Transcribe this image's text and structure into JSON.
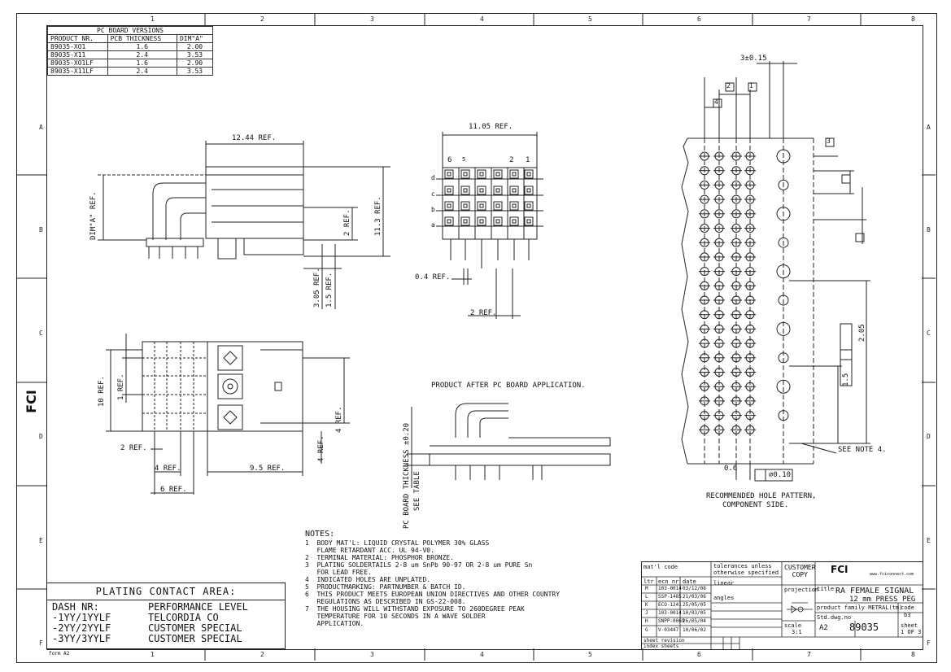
{
  "zones": {
    "top": [
      "1",
      "2",
      "3",
      "4",
      "5",
      "6",
      "7",
      "8"
    ],
    "side": [
      "A",
      "B",
      "C",
      "D",
      "E",
      "F"
    ]
  },
  "pcb_versions": {
    "title": "PC BOARD VERSIONS",
    "headers": [
      "PRODUCT NR.",
      "PCB THICKNESS",
      "DIM\"A\""
    ],
    "rows": [
      [
        "89035-XO1",
        "1.6",
        "2.00"
      ],
      [
        "89035-X11",
        "2.4",
        "3.53"
      ],
      [
        "89035-XO1LF",
        "1.6",
        "2.90"
      ],
      [
        "89035-X11LF",
        "2.4",
        "3.53"
      ]
    ]
  },
  "side_view": {
    "width_ref": "12.44 REF.",
    "dim_a_ref": "DIM\"A\" REF.",
    "two_ref": "2 REF.",
    "height_ref": "11.3 REF.",
    "h305": "3.05 REF.",
    "h15": "1.5 REF."
  },
  "front_view": {
    "width_ref": "11.05 REF.",
    "col_labels": [
      "6",
      "5",
      "2",
      "1"
    ],
    "row_labels": [
      "d",
      "c",
      "b",
      "a"
    ],
    "pitch_04": "0.4 REF.",
    "pitch_2": "2 REF."
  },
  "bottom_view": {
    "h10": "10 REF.",
    "h1": "1 REF.",
    "w2": "2 REF.",
    "w4": "4 REF.",
    "w95": "9.5 REF.",
    "w6": "6 REF.",
    "r4a": "4 REF.",
    "r4b": "4 REF."
  },
  "application": {
    "title": "PRODUCT AFTER PC BOARD APPLICATION.",
    "pcb_note": "PC BOARD THICKNESS ±0.20",
    "see_table": "SEE TABLE"
  },
  "hole_pattern": {
    "title": "RECOMMENDED HOLE PATTERN,",
    "subtitle": "COMPONENT SIDE.",
    "dim_3": "3±0.15",
    "dim_06": "0.6",
    "dim_15": "1.5",
    "dim_205": "2.05",
    "phi_010": "⌀0.10",
    "see_note": "SEE NOTE 4.",
    "box_2": "2",
    "box_4": "4",
    "box_1": "1",
    "box_3": "3"
  },
  "notes": {
    "title": "NOTES:",
    "lines": [
      "1  BODY MAT'L: LIQUID CRYSTAL POLYMER 30% GLASS",
      "   FLAME RETARDANT ACC. UL 94-V0.",
      "2  TERMINAL MATERIAL: PHOSPHOR BRONZE.",
      "3  PLATING SOLDERTAILS 2-8 um SnPb 90-97 OR 2-8 um PURE Sn",
      "   FOR LEAD FREE.",
      "4  INDICATED HOLES ARE UNPLATED.",
      "5  PRODUCTMARKING: PARTNUMBER & BATCH ID.",
      "6  THIS PRODUCT MEETS EUROPEAN UNION DIRECTIVES AND OTHER COUNTRY",
      "   REGULATIONS AS DESCRIBED IN GS-22-008.",
      "7  THE HOUSING WILL WITHSTAND EXPOSURE TO 260DEGREE PEAK",
      "   TEMPERATURE FOR 10 SECONDS IN A WAVE SOLDER",
      "   APPLICATION."
    ]
  },
  "plating": {
    "title": "PLATING CONTACT AREA:",
    "headers": [
      "DASH NR:",
      "PERFORMANCE LEVEL"
    ],
    "rows": [
      [
        "-1YY/1YYLF",
        "TELCORDIA CO"
      ],
      [
        "-2YY/2YYLF",
        "CUSTOMER SPECIAL"
      ],
      [
        "-3YY/3YYLF",
        "CUSTOMER SPECIAL"
      ]
    ]
  },
  "title_block": {
    "matl_code": "mat'l code",
    "tolerances": "tolerances unless\notherwise specified",
    "customer_copy": "CUSTOMER\nCOPY",
    "linear": "linear",
    "angles": "angles",
    "projection": "projection",
    "title_label": "title",
    "title": "RA FEMALE SIGNAL",
    "title2": "12 mm PRESS PEG",
    "product_family": "product family METRAL(tm)",
    "code": "code",
    "code_val": "b3",
    "scale": "scale",
    "scale_val": "3:1",
    "dwg_no_label": "Std.dwg.no",
    "size": "A2",
    "dwg_no": "89035",
    "sheet": "sheet",
    "sheet_val": "1 OF 3",
    "sheet_revisions": "sheet revision",
    "index_sheets": "index sheets",
    "rev_headers": [
      "ltr",
      "ecn nr",
      "date"
    ],
    "revisions": [
      [
        "M",
        "103-0014",
        "03/12/08"
      ],
      [
        "L",
        "SSP-1485",
        "21/03/06"
      ],
      [
        "K",
        "ECO-1241",
        "25/05/05"
      ],
      [
        "J",
        "103-0014",
        "10/03/05"
      ],
      [
        "H",
        "SNPP-0069",
        "26/05/04"
      ],
      [
        "G",
        "V-03447",
        "10/06/02"
      ]
    ],
    "logo": "FCI",
    "web": "www.fciconnect.com",
    "form": "form A2"
  }
}
